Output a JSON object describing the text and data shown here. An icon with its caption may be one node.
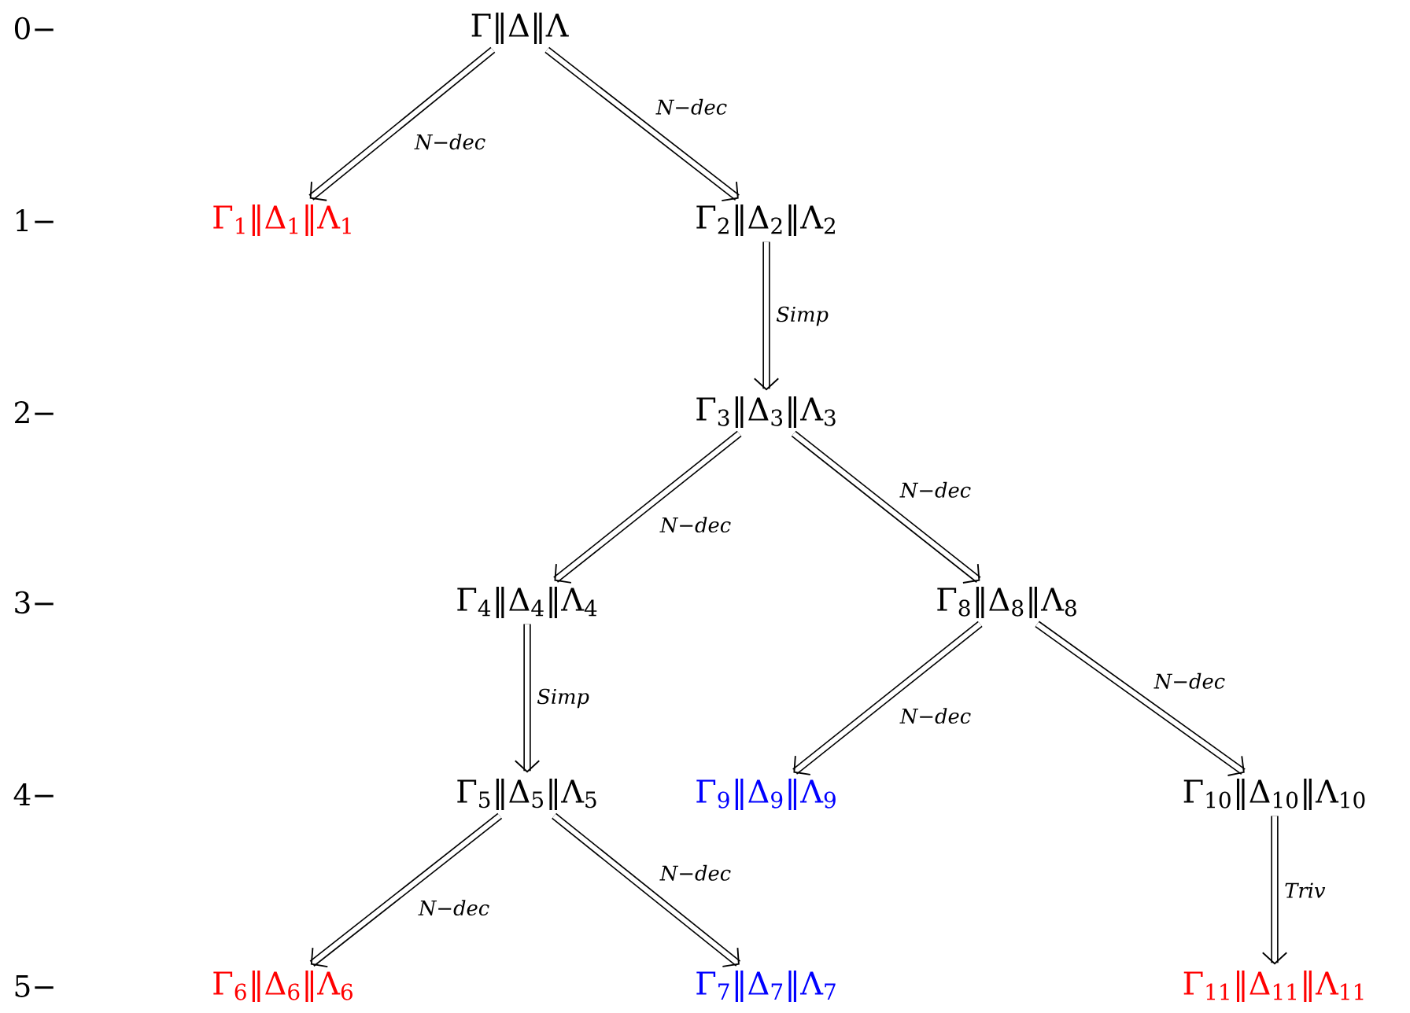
{
  "diagram": {
    "nodes": [
      {
        "text": [
          "Γ‖Δ‖Λ"
        ]
      },
      {
        "text": [
          "Γ$_{1}$‖Δ$_{1}$‖Λ$_{1}$"
        ]
      },
      {
        "text": [
          "Γ$_{2}$‖Δ$_{2}$‖Λ$_{2}$"
        ]
      },
      {
        "text": [
          "Γ$_{3}$‖Δ$_{3}$‖Λ$_{3}$"
        ]
      },
      {
        "text": [
          "Γ$_{4}$‖Δ$_{4}$‖Λ$_{4}$"
        ]
      },
      {
        "text": [
          "Γ$_{8}$‖Δ$_{8}$‖Λ$_{8}$"
        ]
      },
      {
        "text": [
          "Γ$_{5}$‖Δ$_{5}$‖Λ$_{5}$"
        ]
      },
      {
        "text": [
          "Γ$_{9}$‖Δ$_{9}$‖Λ$_{9}$"
        ]
      },
      {
        "text": [
          "Γ$_{10}$‖Δ$_{10}$‖Λ$_{10}$"
        ]
      },
      {
        "text": [
          "Γ$_{6}$‖Δ$_{6}$‖Λ$_{6}$"
        ]
      },
      {
        "text": [
          "Γ$_{7}$‖Δ$_{7}$‖Λ$_{7}$"
        ]
      },
      {
        "text": [
          "Γ$_{11}$‖Δ$_{11}$‖Λ$_{11}$"
        ]
      }
    ],
    "edges": [
      {
        "from": 0,
        "to": 1,
        "arrow": "to",
        "label": "N−dec"
      },
      {
        "from": 0,
        "to": 2,
        "arrow": "to",
        "label": "N−dec"
      },
      {
        "from": 2,
        "to": 3,
        "arrow": "to",
        "label": "Simp"
      },
      {
        "from": 3,
        "to": 4,
        "arrow": "to",
        "label": "N−dec"
      },
      {
        "from": 3,
        "to": 5,
        "arrow": "to",
        "label": "N−dec"
      },
      {
        "from": 4,
        "to": 6,
        "arrow": "to",
        "label": "Simp"
      },
      {
        "from": 5,
        "to": 7,
        "arrow": "to",
        "label": "N−dec"
      },
      {
        "from": 5,
        "to": 8,
        "arrow": "to",
        "label": "N−dec"
      },
      {
        "from": 6,
        "to": 9,
        "arrow": "to",
        "label": "N−dec"
      },
      {
        "from": 6,
        "to": 10,
        "arrow": "to",
        "label": "N−dec"
      },
      {
        "from": 8,
        "to": 11,
        "arrow": "to",
        "label": "Triv"
      }
    ],
    "labels": [
      "0−",
      "1−",
      "2−",
      "3−",
      "4−",
      "5−"
    ]
  }
}
